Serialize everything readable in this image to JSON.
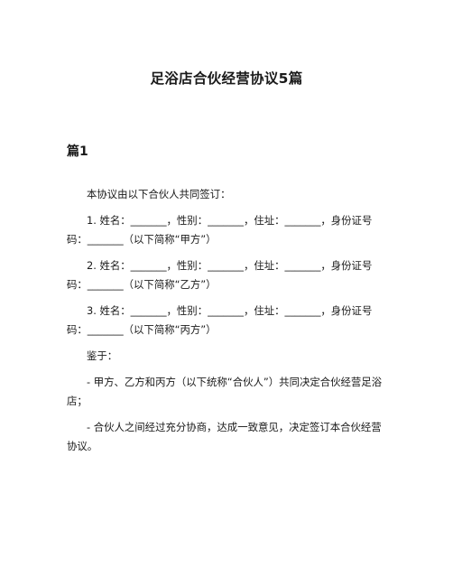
{
  "document": {
    "title": "足浴店合伙经营协议5篇",
    "section_heading": "篇1",
    "paragraphs": [
      "本协议由以下合伙人共同签订：",
      "1. 姓名：_______，性别：_______，住址：_______，身份证号码：_______（以下简称“甲方”）",
      "2. 姓名：_______，性别：_______，住址：_______，身份证号码：_______（以下简称“乙方”）",
      "3. 姓名：_______，性别：_______，住址：_______，身份证号码：_______（以下简称“丙方”）",
      "鉴于：",
      "- 甲方、乙方和丙方（以下统称“合伙人”）共同决定合伙经营足浴店；",
      "- 合伙人之间经过充分协商，达成一致意见，决定签订本合伙经营协议。"
    ]
  }
}
